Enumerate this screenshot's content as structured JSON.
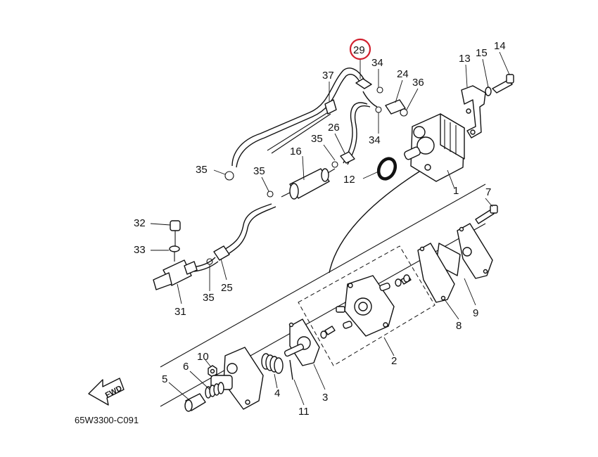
{
  "diagram_code": "65W3300-C091",
  "direction_label": "FWD",
  "highlight_color": "#d1202f",
  "highlighted_callout": "29",
  "callouts": {
    "c1": "1",
    "c2": "2",
    "c3": "3",
    "c4": "4",
    "c5": "5",
    "c6": "6",
    "c7": "7",
    "c8": "8",
    "c9": "9",
    "c10": "10",
    "c11": "11",
    "c12": "12",
    "c13": "13",
    "c14": "14",
    "c15": "15",
    "c16": "16",
    "c24": "24",
    "c25": "25",
    "c26": "26",
    "c29": "29",
    "c31": "31",
    "c32": "32",
    "c33": "33",
    "c34a": "34",
    "c34b": "34",
    "c35a": "35",
    "c35b": "35",
    "c35c": "35",
    "c35d": "35",
    "c36": "36",
    "c37": "37"
  }
}
